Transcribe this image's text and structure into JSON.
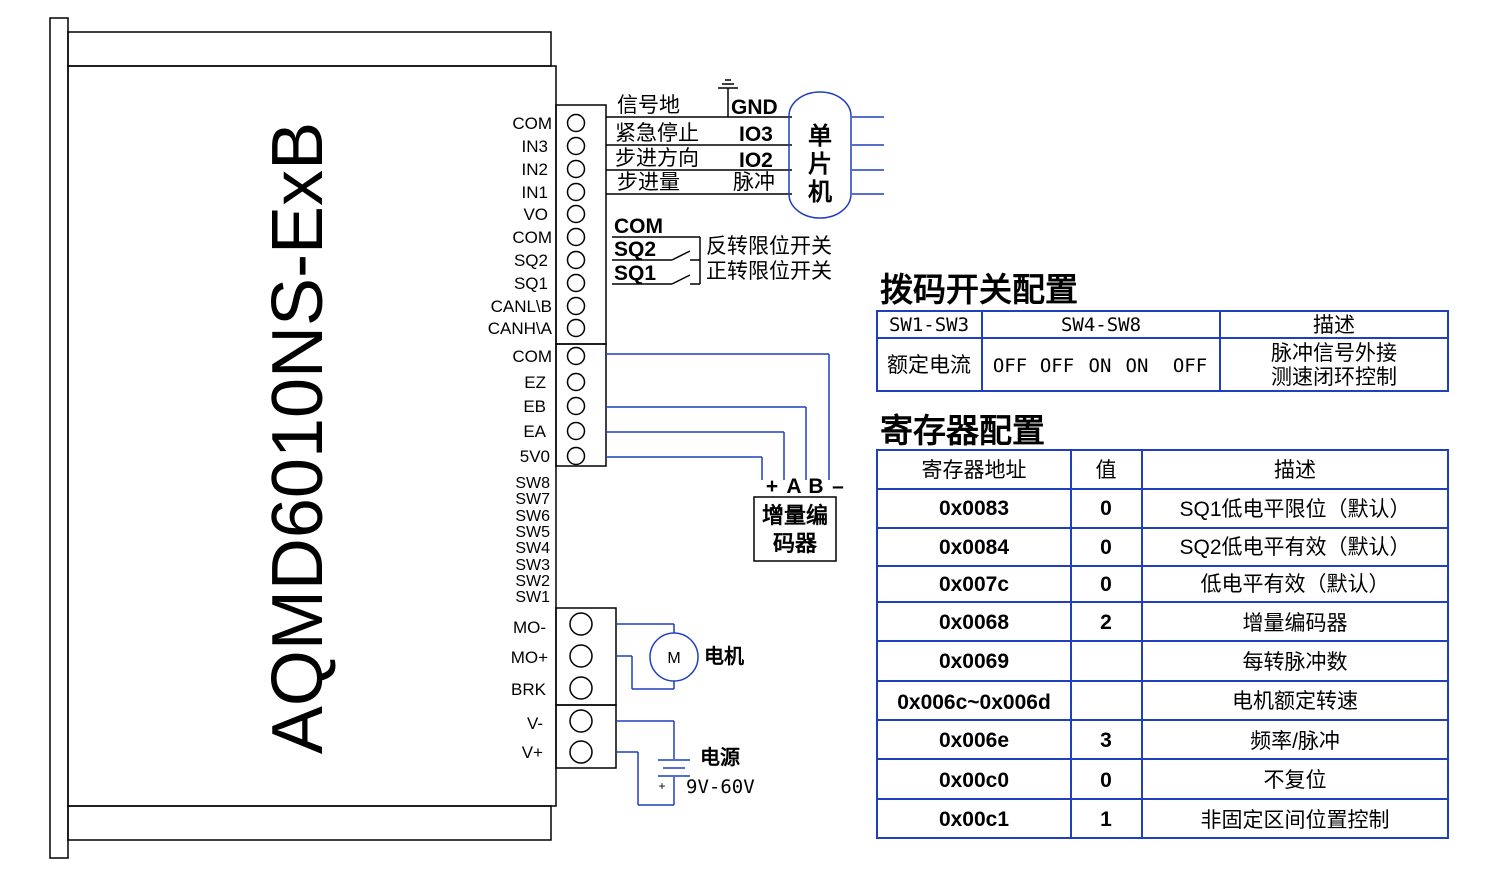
{
  "model": "AQMD6010NS-ExB",
  "terminals_top": [
    "COM",
    "IN3",
    "IN2",
    "IN1",
    "VO",
    "COM",
    "SQ2",
    "SQ1",
    "CANL\\B",
    "CANH\\A"
  ],
  "terminals_encoder": [
    "COM",
    "EZ",
    "EB",
    "EA",
    "5V0"
  ],
  "dip_switches": [
    "SW8",
    "SW7",
    "SW6",
    "SW5",
    "SW4",
    "SW3",
    "SW2",
    "SW1"
  ],
  "terminals_motor": [
    "MO-",
    "MO+",
    "BRK"
  ],
  "terminals_power": [
    "V-",
    "V+"
  ],
  "mcu": {
    "label_chars": [
      "单",
      "片",
      "机"
    ],
    "signals": [
      {
        "name": "信号地",
        "pin": "GND"
      },
      {
        "name": "紧急停止",
        "pin": "IO3"
      },
      {
        "name": "步进方向",
        "pin": "IO2"
      },
      {
        "name": "步进量",
        "pin": "脉冲"
      }
    ]
  },
  "limit_switches": {
    "com": "COM",
    "items": [
      {
        "pin": "SQ2",
        "desc": "反转限位开关"
      },
      {
        "pin": "SQ1",
        "desc": "正转限位开关"
      }
    ]
  },
  "encoder": {
    "plus": "+",
    "a": "A",
    "b": "B",
    "minus": "–",
    "line1": "增量编",
    "line2": "码器"
  },
  "motor": {
    "symbol": "M",
    "label": "电机"
  },
  "power": {
    "plus": "+",
    "label": "电源",
    "range": "9V-60V"
  },
  "dip_config": {
    "title": "拨码开关配置",
    "headers": [
      "SW1-SW3",
      "SW4-SW8",
      "描述"
    ],
    "row": {
      "label": "额定电流",
      "switches": [
        "OFF",
        "OFF",
        "ON",
        "ON",
        "OFF"
      ],
      "desc_line1": "脉冲信号外接",
      "desc_line2": "测速闭环控制"
    }
  },
  "register_config": {
    "title": "寄存器配置",
    "headers": [
      "寄存器地址",
      "值",
      "描述"
    ],
    "rows": [
      {
        "addr": "0x0083",
        "value": "0",
        "desc": "SQ1低电平限位（默认）"
      },
      {
        "addr": "0x0084",
        "value": "0",
        "desc": "SQ2低电平有效（默认）"
      },
      {
        "addr": "0x007c",
        "value": "0",
        "desc": "低电平有效（默认）"
      },
      {
        "addr": "0x0068",
        "value": "2",
        "desc": "增量编码器"
      },
      {
        "addr": "0x0069",
        "value": "",
        "desc": "每转脉冲数"
      },
      {
        "addr": "0x006c~0x006d",
        "value": "",
        "desc": "电机额定转速"
      },
      {
        "addr": "0x006e",
        "value": "3",
        "desc": "频率/脉冲"
      },
      {
        "addr": "0x00c0",
        "value": "0",
        "desc": "不复位"
      },
      {
        "addr": "0x00c1",
        "value": "1",
        "desc": "非固定区间位置控制"
      }
    ]
  }
}
